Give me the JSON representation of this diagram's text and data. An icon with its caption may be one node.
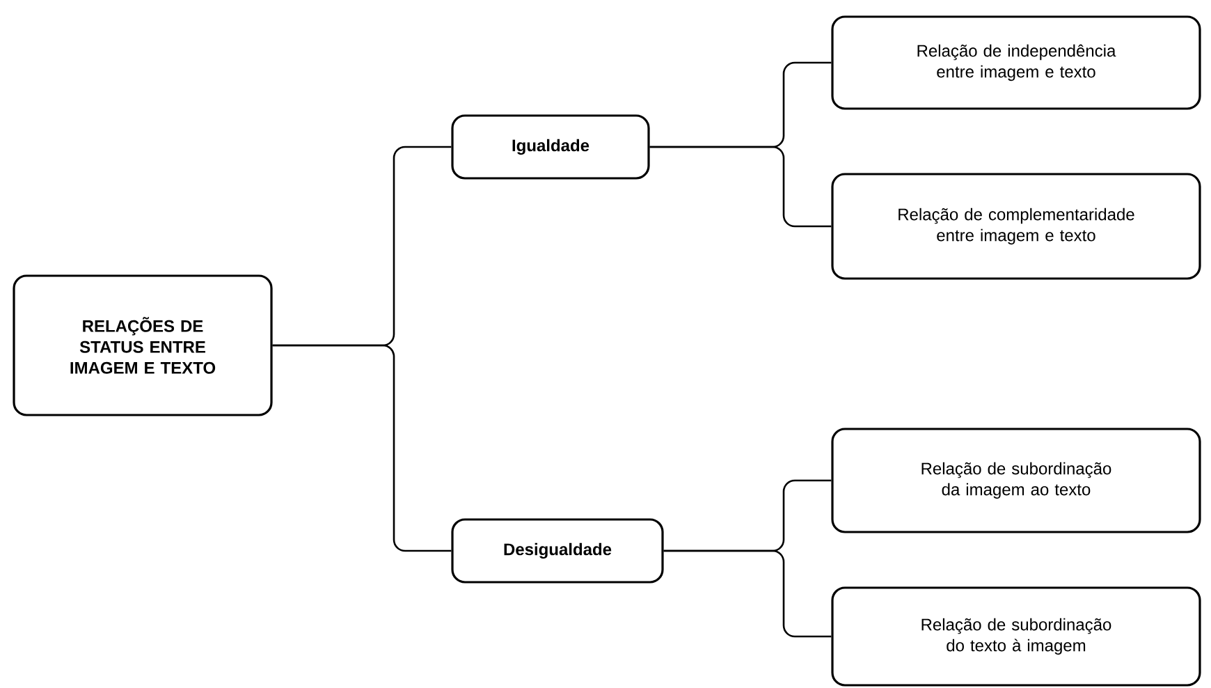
{
  "diagram": {
    "nodes": [
      {
        "text": [
          "RELAÇÕES DE STATUS ENTRE IMAGEM E TEXTO"
        ]
      },
      {
        "text": [
          "Igualdade"
        ]
      },
      {
        "text": [
          "Desigualdade"
        ]
      },
      {
        "text": [
          "Relação de independência entre imagem e texto"
        ]
      },
      {
        "text": [
          "Relação de complementaridade entre imagem e texto"
        ]
      },
      {
        "text": [
          "Relação de subordinação da imagem ao texto"
        ]
      },
      {
        "text": [
          "Relação de subordinação do texto à imagem"
        ]
      }
    ],
    "edges": [
      {
        "from": 0,
        "to": 1,
        "arrow": "none"
      },
      {
        "from": 0,
        "to": 2,
        "arrow": "none"
      },
      {
        "from": 1,
        "to": 3,
        "arrow": "none"
      },
      {
        "from": 1,
        "to": 4,
        "arrow": "none"
      },
      {
        "from": 2,
        "to": 5,
        "arrow": "none"
      },
      {
        "from": 2,
        "to": 6,
        "arrow": "none"
      }
    ]
  }
}
